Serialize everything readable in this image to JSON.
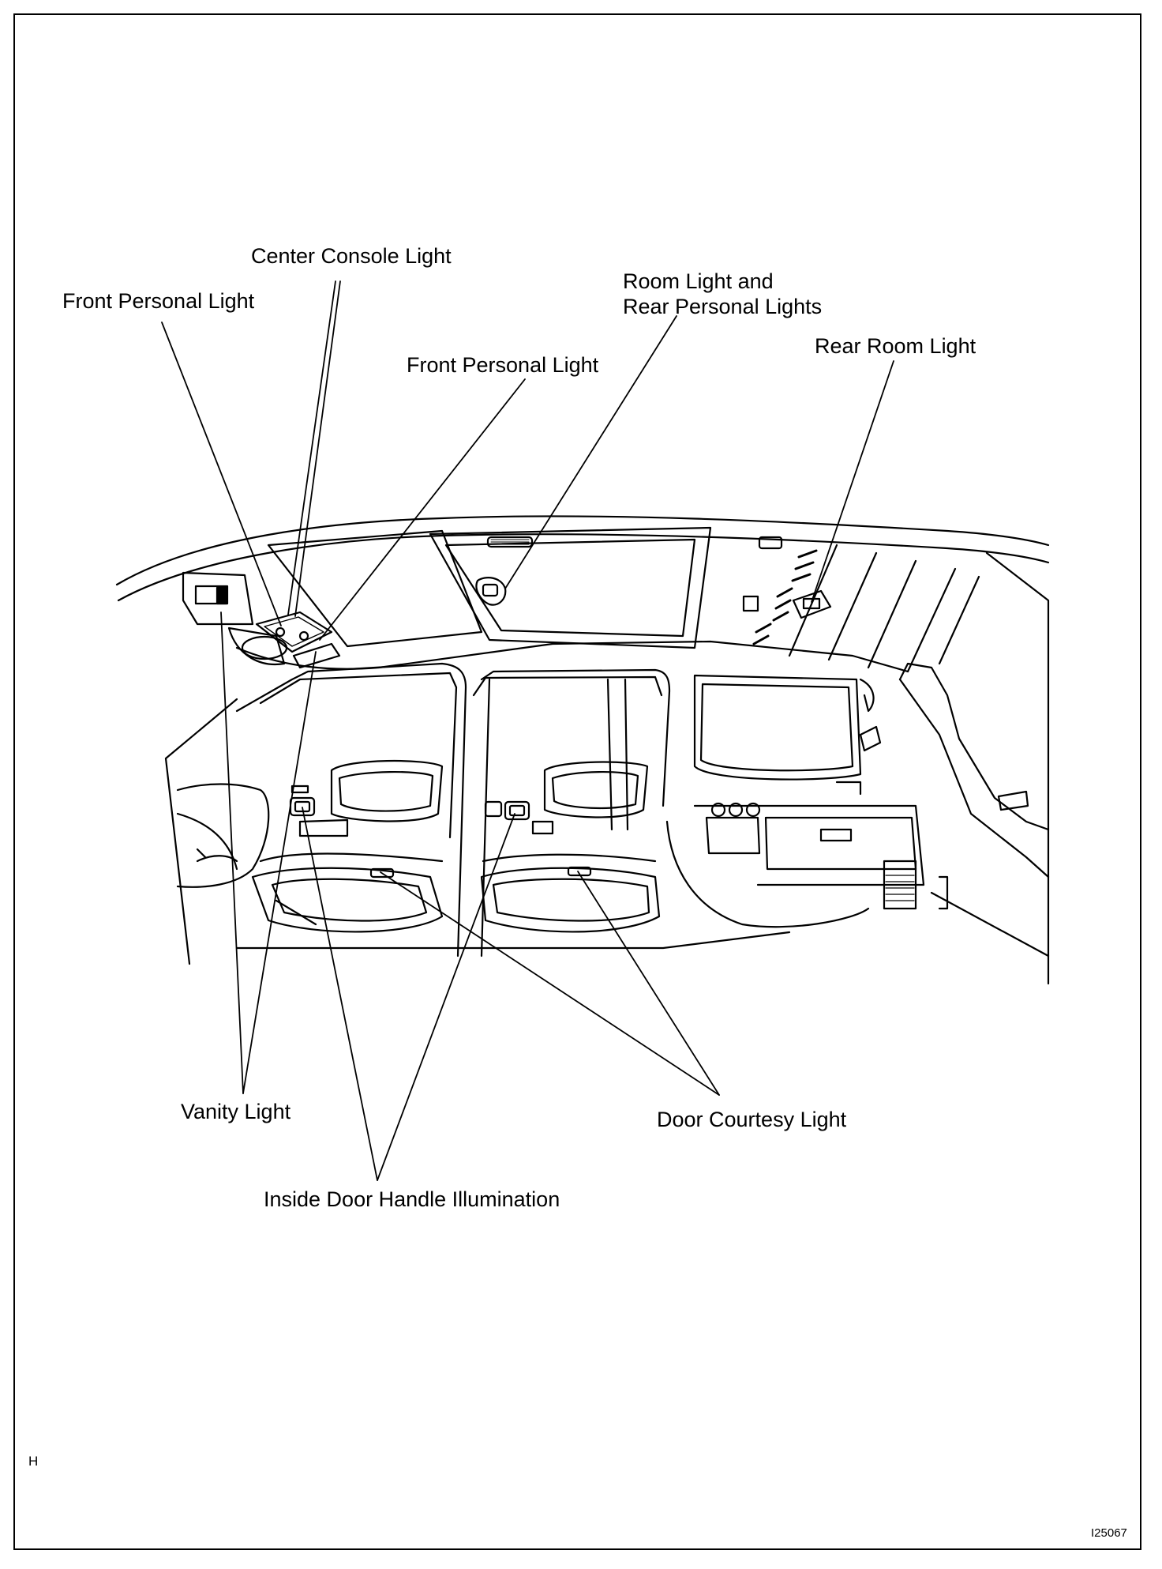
{
  "labels": {
    "center_console_light": "Center Console Light",
    "front_personal_light_left": "Front Personal Light",
    "room_light_line1": "Room Light and",
    "room_light_line2": "Rear Personal Lights",
    "front_personal_light_center": "Front Personal Light",
    "rear_room_light": "Rear Room Light",
    "vanity_light": "Vanity Light",
    "door_courtesy_light": "Door Courtesy Light",
    "inside_door_handle_illumination": "Inside Door Handle Illumination"
  },
  "footer": {
    "corner_mark": "H",
    "figure_code": "I25067"
  }
}
